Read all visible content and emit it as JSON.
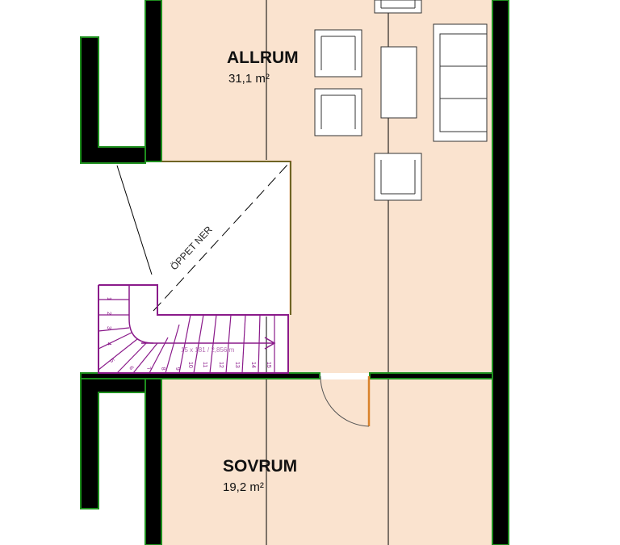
{
  "rooms": {
    "allrum": {
      "name": "ALLRUM",
      "area": "31,1 m²"
    },
    "sovrum": {
      "name": "SOVRUM",
      "area": "19,2 m²"
    }
  },
  "void": {
    "label": "ÖPPET NER"
  },
  "stair": {
    "note": "15 x 181 / 2,856 m",
    "steps": [
      "1",
      "2",
      "3",
      "4",
      "5",
      "6",
      "7",
      "8",
      "9",
      "10",
      "11",
      "12",
      "13",
      "14",
      "15"
    ]
  },
  "colors": {
    "floor": "#fae3cf",
    "wall": "#000000",
    "wall_outline": "#1e8f1e",
    "stair": "#8a1a8a",
    "void_edge": "#c0392b",
    "door": "#d9822b"
  }
}
